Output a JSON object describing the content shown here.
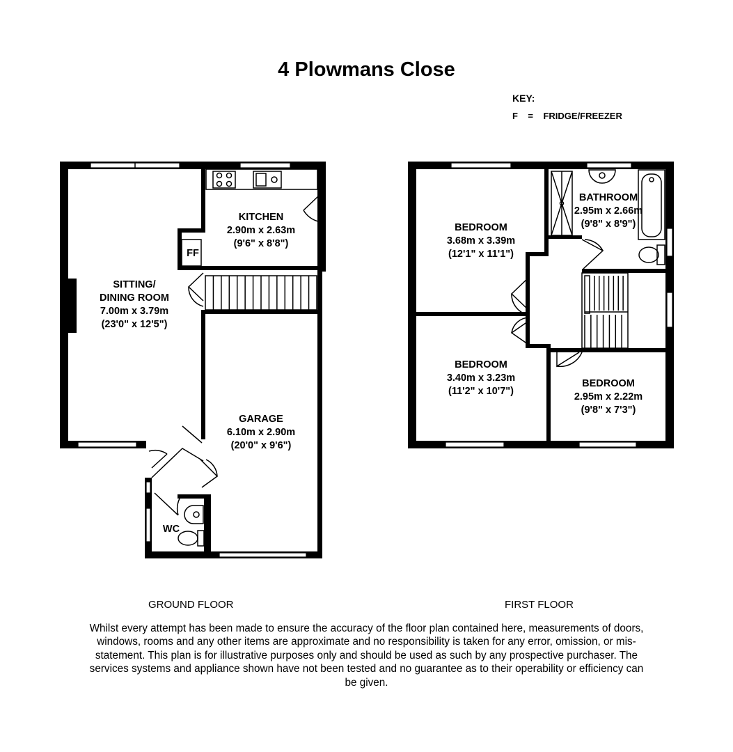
{
  "title": "4 Plowmans Close",
  "key": {
    "heading": "KEY:",
    "items": [
      {
        "symbol": "F",
        "equals": "=",
        "meaning": "FRIDGE/FREEZER"
      }
    ]
  },
  "ground_floor": {
    "label": "GROUND FLOOR",
    "rooms": [
      {
        "name": "KITCHEN",
        "metric": "2.90m x 2.63m",
        "imperial": "(9'6\" x 8'8\")"
      },
      {
        "name": "SITTING/",
        "name2": "DINING ROOM",
        "metric": "7.00m x 3.79m",
        "imperial": "(23'0\" x 12'5\")"
      },
      {
        "name": "GARAGE",
        "metric": "6.10m x 2.90m",
        "imperial": "(20'0\" x 9'6\")"
      },
      {
        "name": "WC"
      }
    ],
    "ff_label": "FF"
  },
  "first_floor": {
    "label": "FIRST FLOOR",
    "rooms": [
      {
        "name": "BEDROOM",
        "metric": "3.68m x 3.39m",
        "imperial": "(12'1\" x 11'1\")"
      },
      {
        "name": "BATHROOM",
        "metric": "2.95m x 2.66m",
        "imperial": "(9'8\" x 8'9\")"
      },
      {
        "name": "BEDROOM",
        "metric": "3.40m x 3.23m",
        "imperial": "(11'2\" x 10'7\")"
      },
      {
        "name": "BEDROOM",
        "metric": "2.95m x 2.22m",
        "imperial": "(9'8\" x 7'3\")"
      }
    ]
  },
  "disclaimer": "Whilst every attempt has been made to ensure the accuracy of the floor plan contained here, measurements of doors, windows, rooms and any other items are approximate and no responsibility is taken for any error, omission, or mis-statement. This plan is for illustrative purposes only and should be used as such by any prospective purchaser. The services systems and appliance shown have not been tested and no guarantee as to their operability or efficiency can be given."
}
